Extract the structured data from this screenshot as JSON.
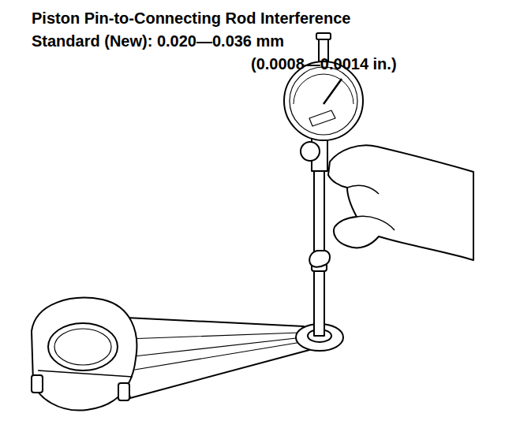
{
  "diagram": {
    "title": "Piston Pin-to-Connecting Rod Interference",
    "labels": [
      "Standard (New): 0.020—0.036 mm",
      "(0.0008—0.0014 in.)"
    ]
  }
}
